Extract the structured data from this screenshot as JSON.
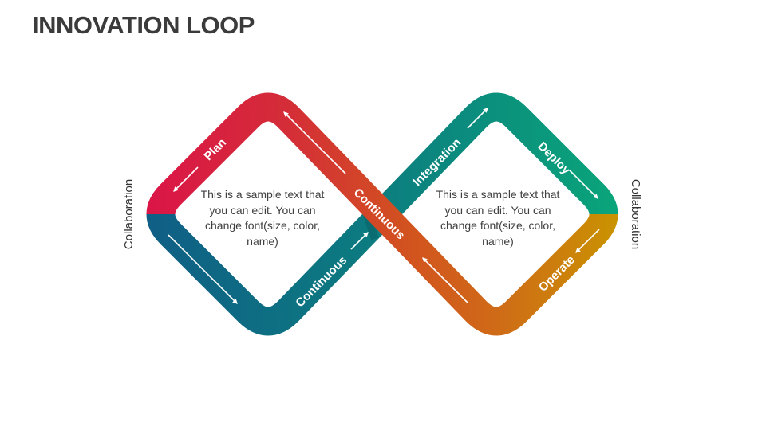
{
  "title": "INNOVATION LOOP",
  "side_labels": {
    "left": "Collaboration",
    "right": "Collaboration"
  },
  "band_labels": {
    "plan": "Plan",
    "continuous_center": "Continuous",
    "continuous_bottom": "Continuous",
    "integration": "Integration",
    "deploy": "Deploy",
    "operate": "Operate"
  },
  "left_text": "This is a sample text that you can edit. You can change font(size, color, name)",
  "right_text": "This is a sample text that you can edit. You can change font(size, color, name)",
  "colors": {
    "red": "#db1547",
    "orange": "#d2521f",
    "gold": "#c99300",
    "blue_teal": "#105e86",
    "teal": "#0b8a7c",
    "green": "#0aa57a"
  }
}
